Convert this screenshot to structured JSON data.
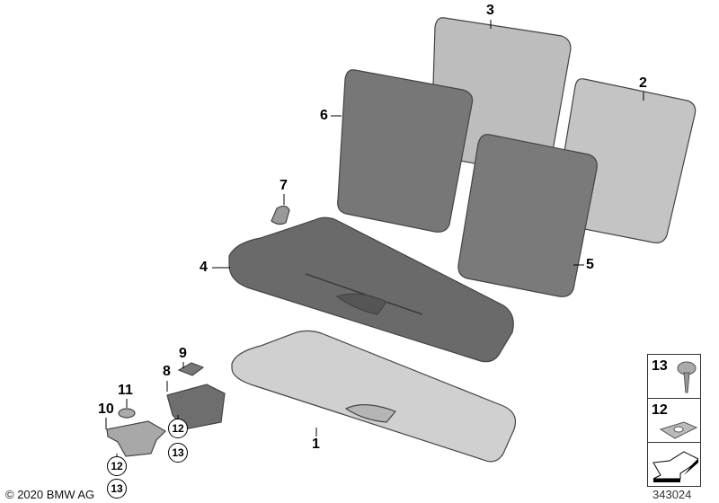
{
  "callouts": {
    "p1": "1",
    "p2": "2",
    "p3": "3",
    "p4": "4",
    "p5": "5",
    "p6": "6",
    "p7": "7",
    "p8": "8",
    "p9": "9",
    "p10": "10",
    "p11": "11"
  },
  "circled_refs": {
    "a12": "12",
    "a13": "13",
    "b12": "12",
    "b13": "13"
  },
  "legend": {
    "rows": [
      {
        "number": "13",
        "icon": "screw-icon"
      },
      {
        "number": "12",
        "icon": "clip-nut-icon"
      },
      {
        "number": "",
        "icon": "arrow-icon"
      }
    ]
  },
  "document_number": "343024",
  "copyright": "© 2020 BMW AG"
}
